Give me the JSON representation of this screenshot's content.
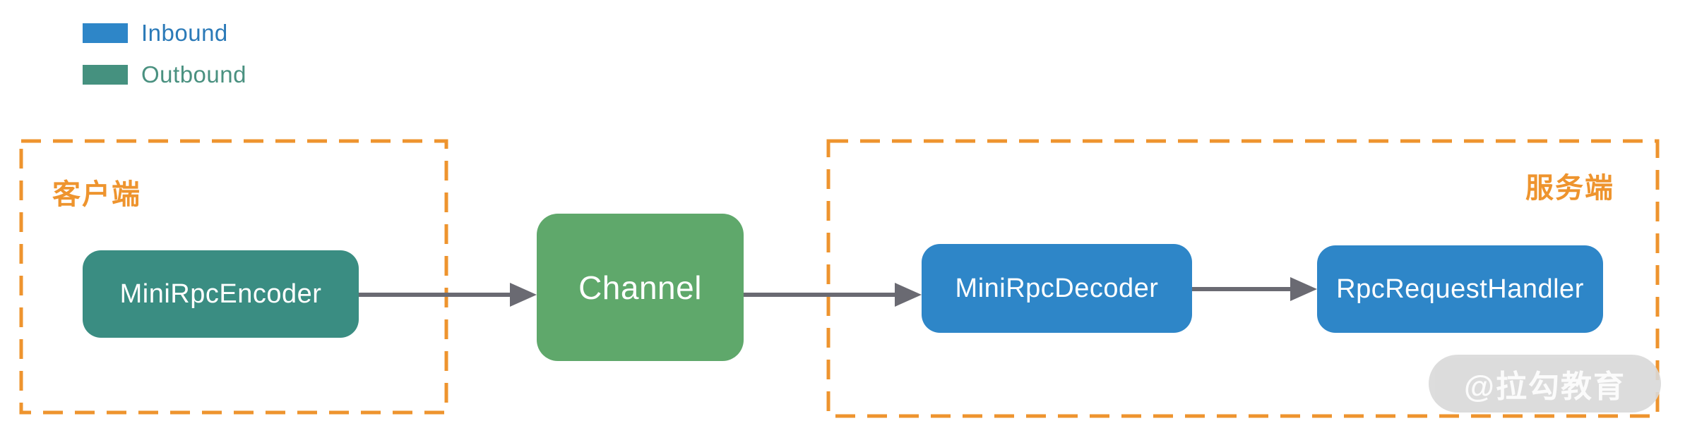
{
  "colors": {
    "inbound_blue": "#2E86C8",
    "outbound_teal": "#3A8D82",
    "legend_teal_swatch": "#45917F",
    "inbound_text": "#2B7AB8",
    "outbound_text": "#4A9180",
    "channel_green": "#5FA86B",
    "group_border_orange": "#EE942E",
    "arrow_gray": "#6A6A72",
    "watermark_pill_gray": "#D9D9D9"
  },
  "legend": {
    "items": [
      {
        "label": "Inbound",
        "swatch_color": "#2E86C8",
        "text_color": "#2B7AB8"
      },
      {
        "label": "Outbound",
        "swatch_color": "#45917F",
        "text_color": "#4A9180"
      }
    ]
  },
  "groups": {
    "client": {
      "label": "客户端",
      "label_color": "#EE942E"
    },
    "server": {
      "label": "服务端",
      "label_color": "#EE942E"
    }
  },
  "nodes": [
    {
      "id": "mini-rpc-encoder",
      "label": "MiniRpcEncoder",
      "color": "#3A8D82",
      "direction": "outbound",
      "group": "client"
    },
    {
      "id": "channel",
      "label": "Channel",
      "color": "#5FA86B",
      "direction": "none",
      "group": "none"
    },
    {
      "id": "mini-rpc-decoder",
      "label": "MiniRpcDecoder",
      "color": "#2E86C8",
      "direction": "inbound",
      "group": "server"
    },
    {
      "id": "rpc-request-handler",
      "label": "RpcRequestHandler",
      "color": "#2E86C8",
      "direction": "inbound",
      "group": "server"
    }
  ],
  "edges": [
    {
      "from": "mini-rpc-encoder",
      "to": "channel"
    },
    {
      "from": "channel",
      "to": "mini-rpc-decoder"
    },
    {
      "from": "mini-rpc-decoder",
      "to": "rpc-request-handler"
    }
  ],
  "watermark": {
    "text": "@拉勾教育"
  }
}
